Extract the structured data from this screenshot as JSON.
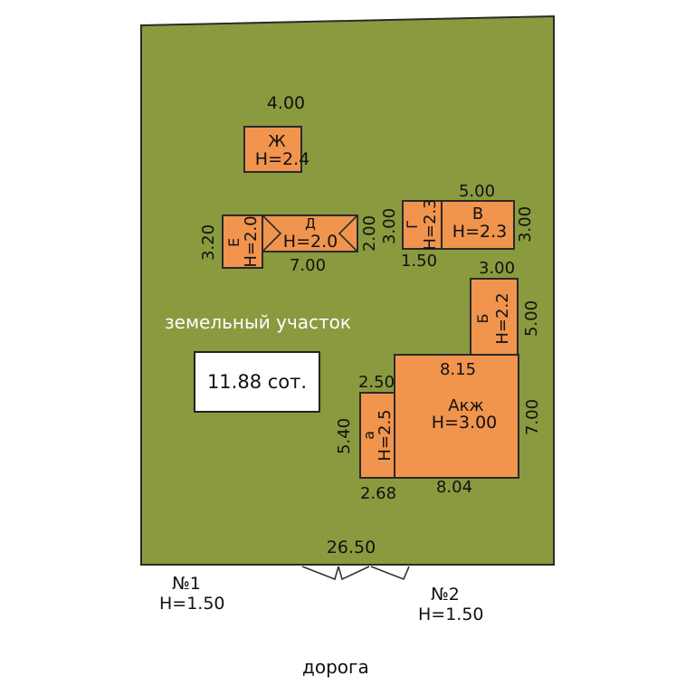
{
  "plot": {
    "label": "земельный участок",
    "area": "11.88 сот.",
    "width": "26.50",
    "road": "дорога"
  },
  "gates": [
    {
      "name": "№1",
      "height": "Н=1.50"
    },
    {
      "name": "№2",
      "height": "Н=1.50"
    }
  ],
  "buildings": {
    "zh": {
      "letter": "Ж",
      "height": "Н=2.4",
      "top_dim": "4.00"
    },
    "e": {
      "letter": "Е",
      "height": "Н=2.0",
      "left_dim": "3.20"
    },
    "d": {
      "letter": "Д",
      "height": "Н=2.0",
      "right_dim": "2.00",
      "bottom_dim": "7.00"
    },
    "g": {
      "letter": "Г",
      "height": "Н=2.3",
      "left_dim": "3.00",
      "bottom_dim": "1.50"
    },
    "v": {
      "letter": "В",
      "height": "Н=2.3",
      "top_dim": "5.00",
      "right_dim": "3.00"
    },
    "b": {
      "letter": "Б",
      "height": "Н=2.2",
      "top_dim": "3.00",
      "right_dim": "5.00"
    },
    "akzh": {
      "letter": "Акж",
      "height": "Н=3.00",
      "top_dim": "8.15",
      "right_dim": "7.00",
      "bottom_dim": "8.04"
    },
    "a": {
      "letter": "а",
      "height": "Н=2.5",
      "top_dim": "2.50",
      "left_dim": "5.40",
      "bottom_dim": "2.68"
    }
  },
  "colors": {
    "plot": "#8a9a3f",
    "building": "#f0944e",
    "outline": "#2a2a2a"
  }
}
